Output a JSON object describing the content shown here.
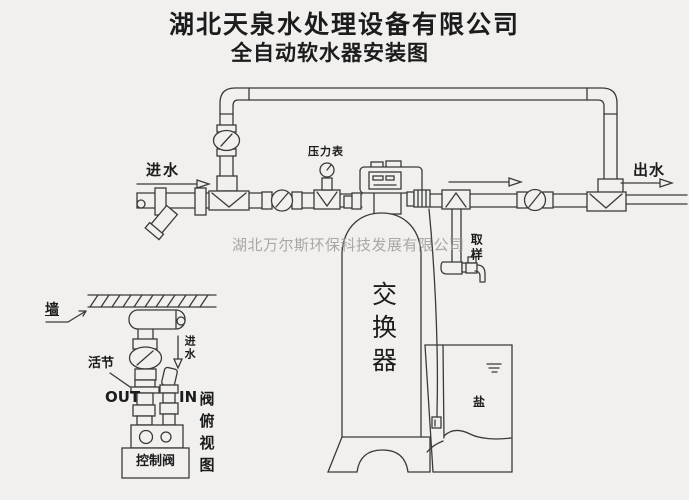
{
  "page": {
    "title": "湖北天泉水处理设备有限公司",
    "subtitle": "全自动软水器安装图",
    "watermark": "湖北万尔斯环保科技发展有限公司"
  },
  "diagram": {
    "flow_labels": {
      "inlet": "进水",
      "outlet": "出水"
    },
    "component_labels": {
      "pressure_gauge": "压力表",
      "sampling": "取样",
      "exchanger_tank": "交换器",
      "salt_tank": "盐"
    },
    "detail_view": {
      "wall": "墙",
      "union": "活节",
      "inlet": "进水",
      "out_port": "OUT",
      "in_port": "IN",
      "control_valve": "控制阀",
      "caption": "阀俯视图"
    },
    "colors": {
      "background": "#f1f0ee",
      "line": "#3a3a3a",
      "text": "#1c1c1c",
      "watermark": "#969592"
    }
  }
}
